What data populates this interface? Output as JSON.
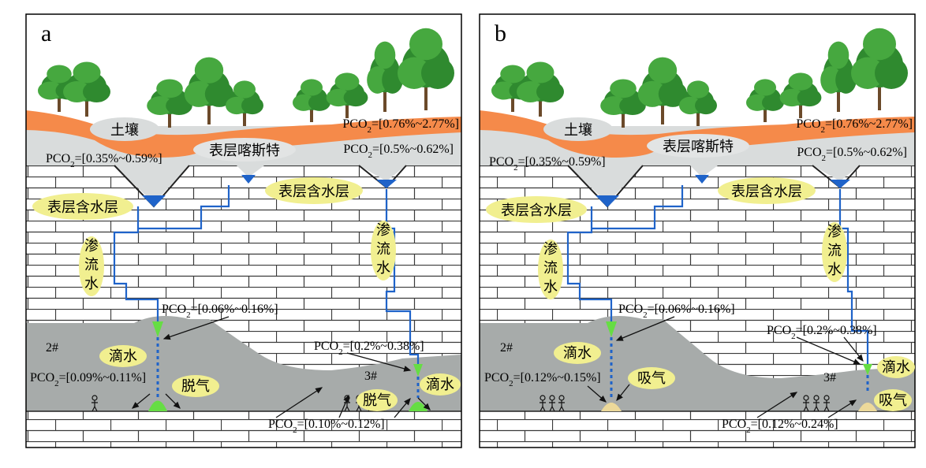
{
  "panels": [
    {
      "letter": "a",
      "labels": {
        "soil": "土壤",
        "epikarst": "表层喀斯特",
        "aquifer_left": "表层含水层",
        "aquifer_right": "表层含水层",
        "seep_left": [
          "渗",
          "流",
          "水"
        ],
        "seep_right": [
          "渗",
          "流",
          "水"
        ],
        "drip": "滴水",
        "drip2": "滴水",
        "gas_left": "脱气",
        "gas_right": "脱气",
        "site_left": "2#",
        "site_right": "3#"
      },
      "pco2": {
        "soil_right": "PCO2=[0.76%~2.77%]",
        "epikarst_left": "PCO2=[0.35%~0.59%]",
        "epikarst_right": "PCO2=[0.5%~0.62%]",
        "drip_top": "PCO2=[0.06%~0.16%]",
        "drip_right": "PCO2=[0.2%~0.38%]",
        "cave_left": "PCO2=[0.09%~0.11%]",
        "cave_bottom": "PCO2=[0.10%~0.12%]"
      }
    },
    {
      "letter": "b",
      "labels": {
        "soil": "土壤",
        "epikarst": "表层喀斯特",
        "aquifer_left": "表层含水层",
        "aquifer_right": "表层含水层",
        "seep_left": [
          "渗",
          "流",
          "水"
        ],
        "seep_right": [
          "渗",
          "流",
          "水"
        ],
        "drip": "滴水",
        "drip2": "滴水",
        "gas_left": "吸气",
        "gas_right": "吸气",
        "site_left": "2#",
        "site_right": "3#"
      },
      "pco2": {
        "soil_right": "PCO2=[0.76%~2.77%]",
        "epikarst_left": "PCO2=[0.35%~0.59%]",
        "epikarst_right": "PCO2=[0.5%~0.62%]",
        "drip_top": "PCO2=[0.06%~0.16%]",
        "drip_right": "PCO2=[0.2%~0.38%]",
        "cave_left": "PCO2=[0.12%~0.15%]",
        "cave_bottom": "PCO2=[0.12%~0.24%]"
      }
    }
  ],
  "colors": {
    "soil": "#f58a4a",
    "epikarst": "#d9dcdc",
    "cave": "#a7abaa",
    "rock": "#ffffff",
    "water": "#1f63c9",
    "label_bubble": "#f1ef90",
    "drip_green": "#66dd44",
    "tree_dark": "#2f8a2f",
    "tree_light": "#46a83f",
    "floor_tan": "#ecd99a"
  }
}
